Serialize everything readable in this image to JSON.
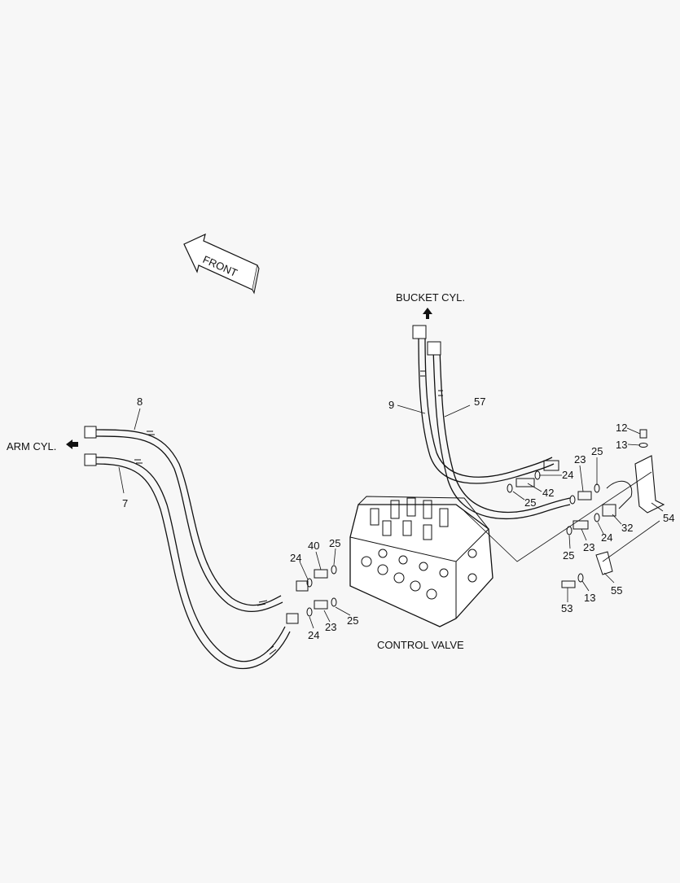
{
  "labels": {
    "front": "FRONT",
    "bucket_cyl": "BUCKET CYL.",
    "arm_cyl": "ARM CYL.",
    "control_valve": "CONTROL VALVE"
  },
  "callouts": {
    "p8": "8",
    "p7": "7",
    "p9": "9",
    "p57": "57",
    "p12": "12",
    "p13a": "13",
    "p13b": "13",
    "p23a": "23",
    "p25a": "25",
    "p24a": "24",
    "p42": "42",
    "p25b": "25",
    "p54": "54",
    "p32": "32",
    "p24b": "24",
    "p23b": "23",
    "p25c": "25",
    "p55": "55",
    "p53": "53",
    "p40": "40",
    "p25d": "25",
    "p24c": "24",
    "p24d": "24",
    "p23c": "23",
    "p25e": "25"
  },
  "colors": {
    "line": "#111111",
    "background": "#f7f7f7"
  }
}
